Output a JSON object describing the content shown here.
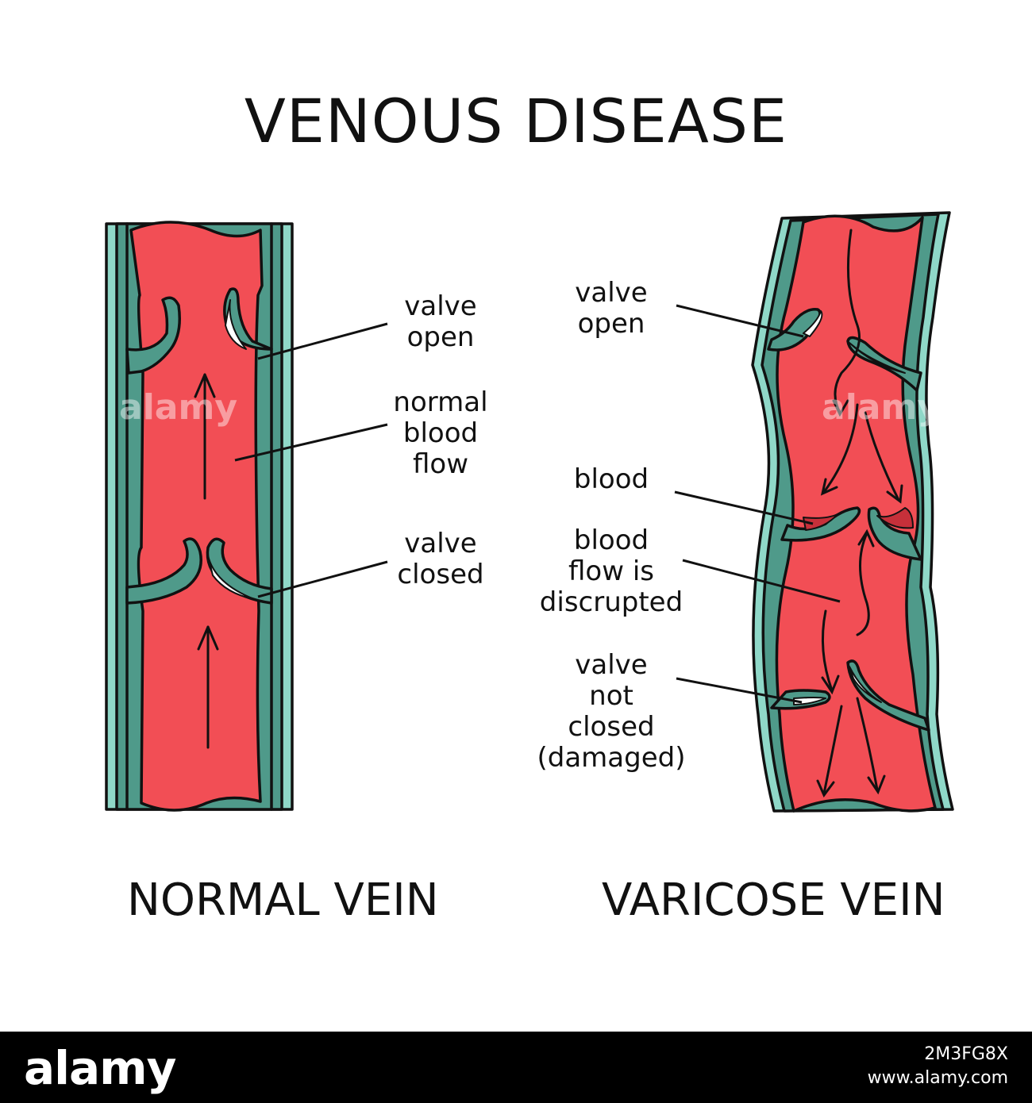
{
  "title": "VENOUS DISEASE",
  "normal_vein": {
    "caption": "NORMAL VEIN",
    "labels": {
      "valve_open": [
        "valve",
        "open"
      ],
      "normal_flow": [
        "normal",
        "blood",
        "flow"
      ],
      "valve_closed": [
        "valve",
        "closed"
      ]
    }
  },
  "varicose_vein": {
    "caption": "VARICOSE VEIN",
    "labels": {
      "valve_open": [
        "valve",
        "open"
      ],
      "blood": [
        "blood"
      ],
      "flow_disrupted": [
        "blood",
        "flow is",
        "discrupted"
      ],
      "valve_damaged": [
        "valve",
        "not",
        "closed",
        "(damaged)"
      ]
    }
  },
  "colors": {
    "blood": "#f24e55",
    "wall": "#4f9a8a",
    "wall_light": "#8fd8c8",
    "outline": "#111111",
    "pool": "#c6303a"
  },
  "watermark": {
    "brand": "alamy",
    "image_id": "2M3FG8X",
    "site": "www.alamy.com"
  }
}
